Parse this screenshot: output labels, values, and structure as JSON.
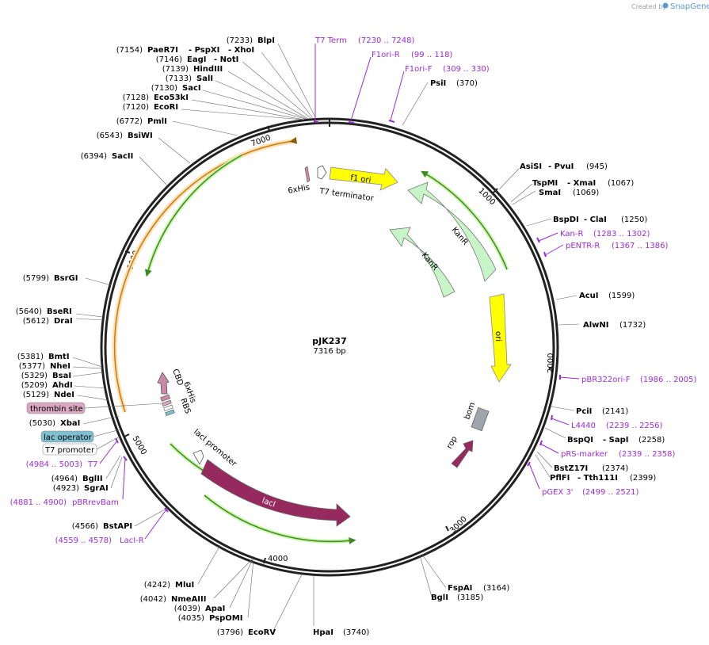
{
  "brand": {
    "created_by": "Created by",
    "app_name": "SnapGene",
    "accent": "#5a9bd5"
  },
  "plasmid": {
    "name": "pJK237",
    "size_label": "7316 bp",
    "length": 7316
  },
  "ticks": [
    "1000",
    "2000",
    "3000",
    "4000",
    "5000",
    "6000",
    "7000"
  ],
  "sites_left": [
    {
      "pos": "(7233)",
      "name": "BlpI"
    },
    {
      "pos": "(7154)",
      "name": "PaeR7I",
      "alt": "- PspXI",
      "alt2": "- XhoI"
    },
    {
      "pos": "(7146)",
      "name": "EagI",
      "alt": "- NotI"
    },
    {
      "pos": "(7139)",
      "name": "HindIII"
    },
    {
      "pos": "(7133)",
      "name": "SalI"
    },
    {
      "pos": "(7130)",
      "name": "SacI"
    },
    {
      "pos": "(7128)",
      "name": "Eco53kI"
    },
    {
      "pos": "(7120)",
      "name": "EcoRI"
    },
    {
      "pos": "(6772)",
      "name": "PmlI"
    },
    {
      "pos": "(6543)",
      "name": "BsiWI"
    },
    {
      "pos": "(6394)",
      "name": "SacII"
    },
    {
      "pos": "(5799)",
      "name": "BsrGI"
    },
    {
      "pos": "(5640)",
      "name": "BseRI"
    },
    {
      "pos": "(5612)",
      "name": "DraI"
    },
    {
      "pos": "(5381)",
      "name": "BmtI"
    },
    {
      "pos": "(5377)",
      "name": "NheI"
    },
    {
      "pos": "(5329)",
      "name": "BsaI"
    },
    {
      "pos": "(5209)",
      "name": "AhdI"
    },
    {
      "pos": "(5129)",
      "name": "NdeI"
    },
    {
      "pos": "(5030)",
      "name": "XbaI"
    },
    {
      "pos": "(4964)",
      "name": "BglII"
    },
    {
      "pos": "(4923)",
      "name": "SgrAI"
    },
    {
      "pos": "(4566)",
      "name": "BstAPI"
    },
    {
      "pos": "(4242)",
      "name": "MluI"
    },
    {
      "pos": "(4042)",
      "name": "NmeAIII"
    },
    {
      "pos": "(4039)",
      "name": "ApaI"
    },
    {
      "pos": "(4035)",
      "name": "PspOMI"
    },
    {
      "pos": "(3796)",
      "name": "EcoRV"
    }
  ],
  "sites_right": [
    {
      "name": "PsiI",
      "pos": "(370)"
    },
    {
      "name": "AsiSI",
      "alt": "- PvuI",
      "pos": "(945)"
    },
    {
      "name": "TspMI",
      "alt": "- XmaI",
      "pos": "(1067)"
    },
    {
      "name": "SmaI",
      "pos": "(1069)"
    },
    {
      "name": "BspDI",
      "alt": "- ClaI",
      "pos": "(1250)"
    },
    {
      "name": "AcuI",
      "pos": "(1599)"
    },
    {
      "name": "AlwNI",
      "pos": "(1732)"
    },
    {
      "name": "PciI",
      "pos": "(2141)"
    },
    {
      "name": "BspQI",
      "alt": "- SapI",
      "pos": "(2258)"
    },
    {
      "name": "BstZ17I",
      "pos": "(2374)"
    },
    {
      "name": "PflFI",
      "alt": "- Tth111I",
      "pos": "(2399)"
    },
    {
      "name": "FspAI",
      "pos": "(3164)"
    },
    {
      "name": "BglI",
      "pos": "(3185)"
    },
    {
      "name": "HpaI",
      "pos": "(3740)"
    }
  ],
  "primers": [
    {
      "name": "T7 Term",
      "range": "(7230 .. 7248)"
    },
    {
      "name": "F1ori-R",
      "range": "(99 .. 118)"
    },
    {
      "name": "F1ori-F",
      "range": "(309 .. 330)"
    },
    {
      "name": "Kan-R",
      "range": "(1283 .. 1302)"
    },
    {
      "name": "pENTR-R",
      "range": "(1367 .. 1386)"
    },
    {
      "name": "pBR322ori-F",
      "range": "(1986 .. 2005)"
    },
    {
      "name": "L4440",
      "range": "(2239 .. 2256)"
    },
    {
      "name": "pRS-marker",
      "range": "(2339 .. 2358)"
    },
    {
      "name": "pGEX 3'",
      "range": "(2499 .. 2521)"
    },
    {
      "name": "LacI-R",
      "range": "(4559 .. 4578)"
    },
    {
      "name": "pBRrevBam",
      "range": "(4881 .. 4900)"
    },
    {
      "name": "T7",
      "range": "(4984 .. 5003)"
    }
  ],
  "boxed_features": [
    {
      "name": "thrombin site",
      "color": "#d9a8c0"
    },
    {
      "name": "lac operator",
      "color": "#7fbfd0"
    },
    {
      "name": "T7 promoter",
      "color": "#ffffff"
    }
  ],
  "features": {
    "f1_ori": "f1 ori",
    "kanr_outer": "KanR",
    "kanr_inner": "KanR",
    "ori": "ori",
    "bom": "bom",
    "rop": "rop",
    "laci": "lacI",
    "laci_promoter": "lacI promoter",
    "sixhis_top": "6xHis",
    "t7_terminator": "T7 terminator",
    "cbd": "CBD",
    "sixhis_left": "6xHis",
    "rbs": "RBS"
  },
  "colors": {
    "backbone": "#222222",
    "purple": "#9b2cd6",
    "f1_ori": "#ffff00",
    "kanr": "#c8f5c8",
    "ori": "#ffff00",
    "laci": "#962a5e",
    "rop": "#962a5e",
    "bom": "#a0a4ac",
    "cbd": "#c88aa6",
    "orange_highlight": "#ffb74d",
    "green_highlight": "#3f8a1f"
  }
}
